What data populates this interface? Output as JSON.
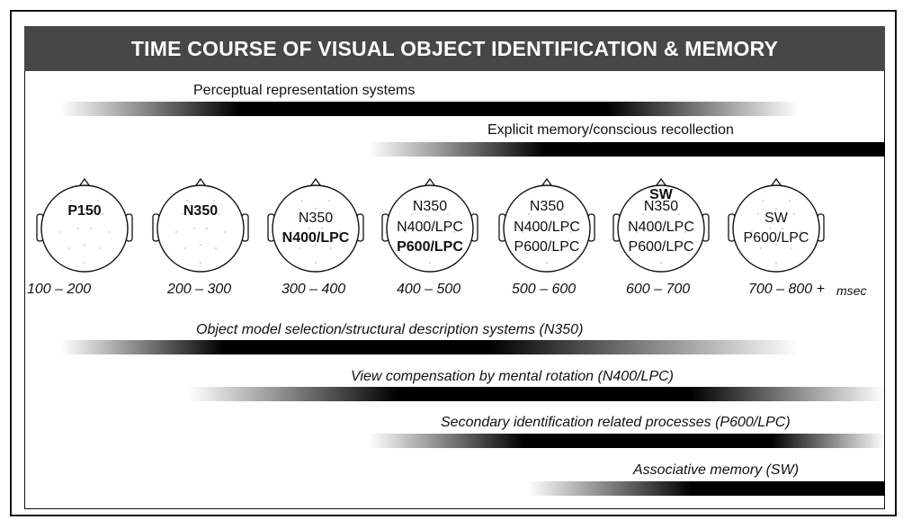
{
  "title": "TIME COURSE OF VISUAL OBJECT IDENTIFICATION & MEMORY",
  "processes": {
    "perceptual": "Perceptual representation systems",
    "explicit": "Explicit memory/conscious recollection",
    "object_model": "Object model selection/structural description systems (N350)",
    "view_comp": "View compensation by mental rotation (N400/LPC)",
    "secondary": "Secondary identification related processes (P600/LPC)",
    "associative": "Associative memory  (SW)"
  },
  "time_windows": [
    "100 – 200",
    "200 – 300",
    "300 – 400",
    "400 – 500",
    "500 – 600",
    "600 – 700",
    "700 – 800 +"
  ],
  "time_unit": "msec",
  "heads": [
    {
      "components": [
        {
          "text": "P150",
          "bold": true
        }
      ]
    },
    {
      "components": [
        {
          "text": "N350",
          "bold": true
        }
      ]
    },
    {
      "components": [
        {
          "text": "N350",
          "bold": false
        },
        {
          "text": "N400/LPC",
          "bold": true
        }
      ]
    },
    {
      "components": [
        {
          "text": "N350",
          "bold": false
        },
        {
          "text": "N400/LPC",
          "bold": false
        },
        {
          "text": "P600/LPC",
          "bold": true
        }
      ]
    },
    {
      "components": [
        {
          "text": "N350",
          "bold": false
        },
        {
          "text": "N400/LPC",
          "bold": false
        },
        {
          "text": "P600/LPC",
          "bold": false
        }
      ]
    },
    {
      "components": [
        {
          "text": "SW",
          "bold": true
        },
        {
          "text": "N350",
          "bold": false
        },
        {
          "text": "N400/LPC",
          "bold": false
        },
        {
          "text": "P600/LPC",
          "bold": false
        }
      ]
    },
    {
      "components": [
        {
          "text": "SW",
          "bold": false
        },
        {
          "text": "P600/LPC",
          "bold": false
        }
      ]
    }
  ],
  "colors": {
    "title_bg": "#474747",
    "title_text": "#ffffff",
    "bar": "#000000"
  }
}
